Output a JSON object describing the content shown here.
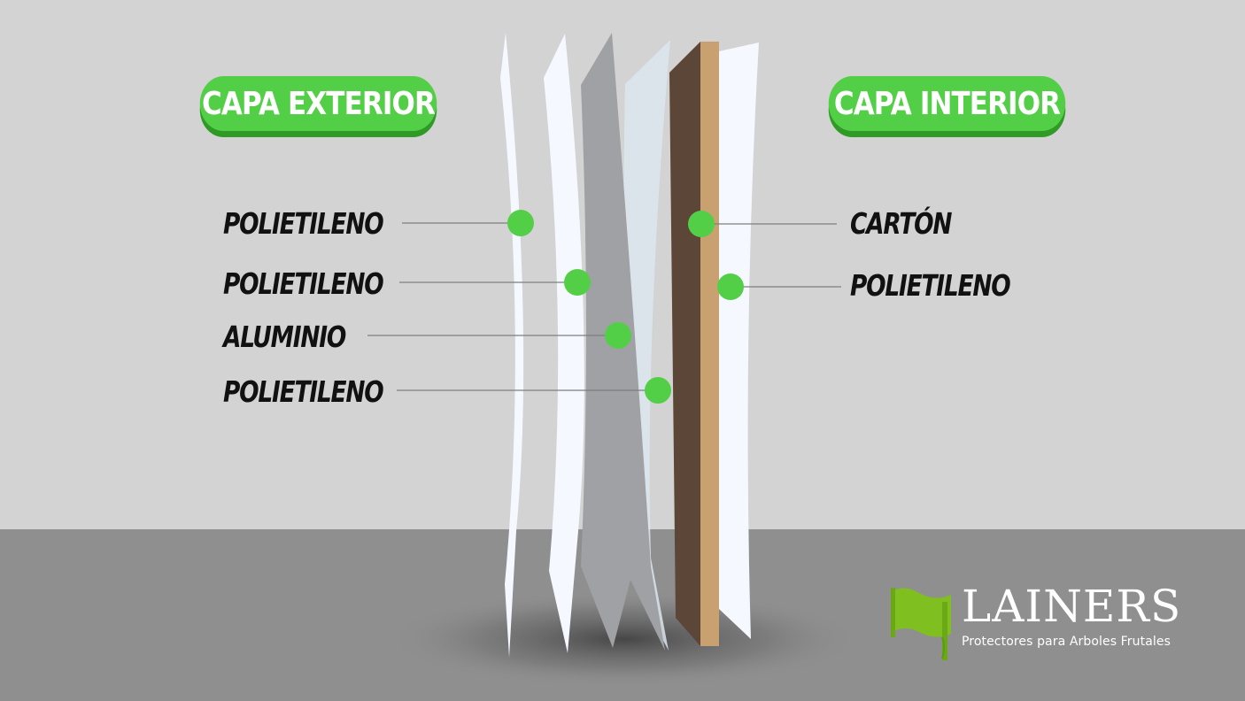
{
  "headers": {
    "outer": "CAPA EXTERIOR",
    "inner": "CAPA INTERIOR"
  },
  "outer_layers": [
    "POLIETILENO",
    "POLIETILENO",
    "ALUMINIO",
    "POLIETILENO"
  ],
  "inner_layers": [
    "CARTÓN",
    "POLIETILENO"
  ],
  "logo": {
    "name": "LAINERS",
    "tagline": "Protectores para Arboles Frutales"
  },
  "colors": {
    "accent_green": "#53cf47",
    "accent_green_dark": "#2f9a26",
    "wall": "#d3d3d3",
    "floor": "#8f8f8f",
    "cardboard_dark": "#5c4638",
    "cardboard_light": "#c9a070",
    "aluminium": "#a0a1a4"
  }
}
